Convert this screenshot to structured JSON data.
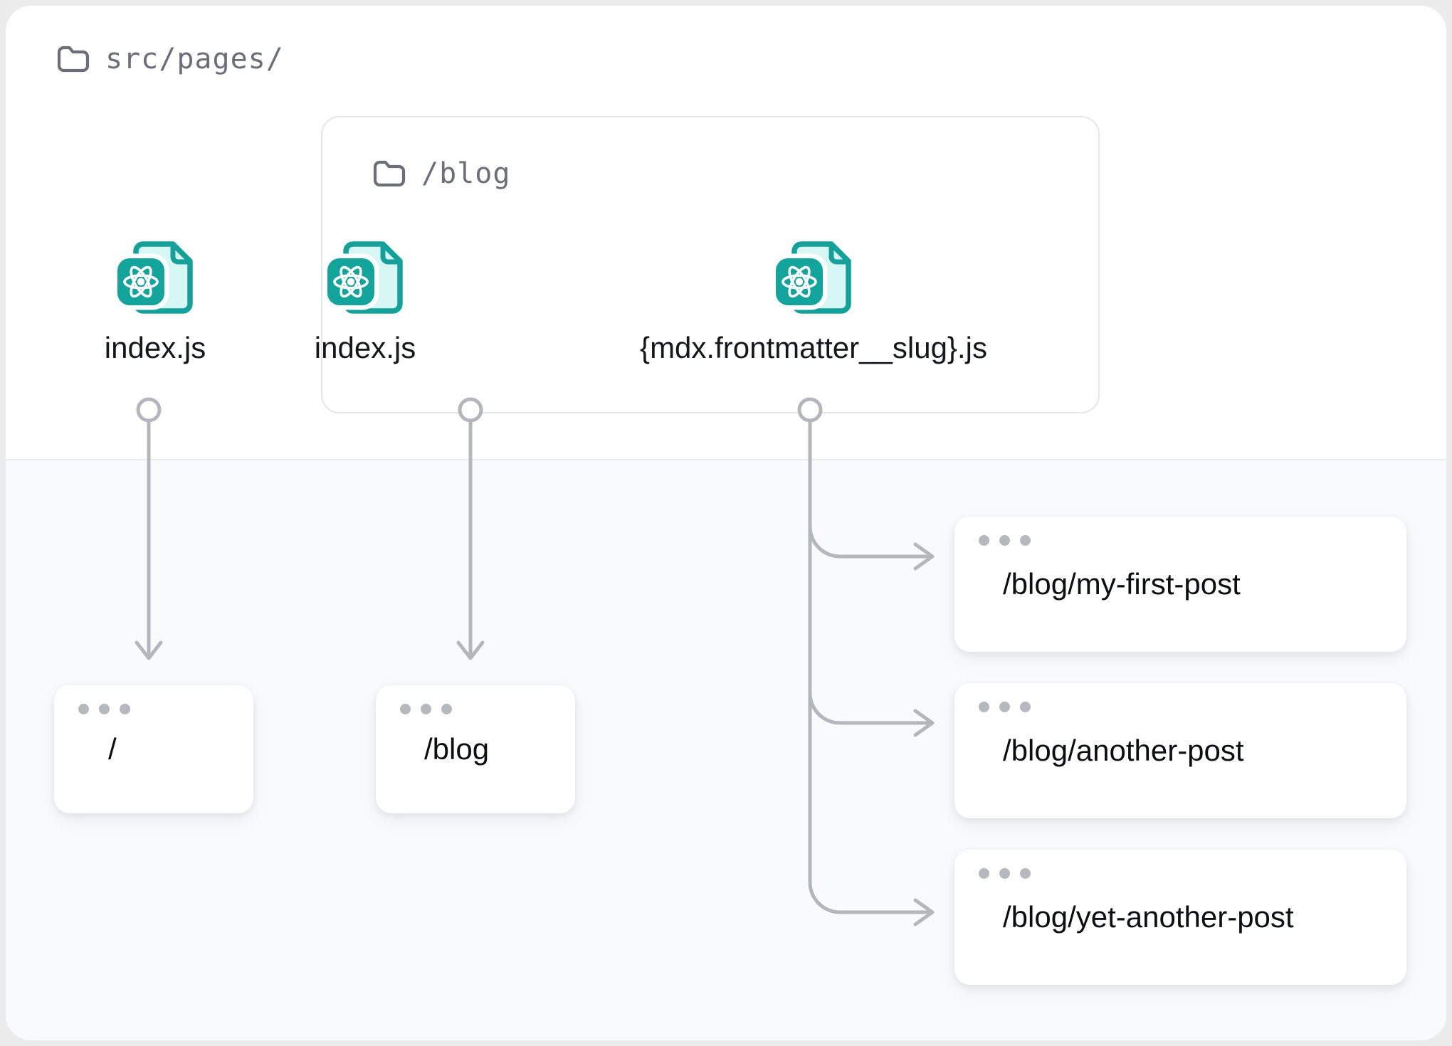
{
  "root": {
    "folder_icon": "folder-icon",
    "path": "src/pages/"
  },
  "group": {
    "folder_icon": "folder-icon",
    "path": "/blog"
  },
  "files": [
    {
      "icon": "react-file-icon",
      "name": "index.js",
      "location": "src/pages/"
    },
    {
      "icon": "react-file-icon",
      "name": "index.js",
      "location": "src/pages/blog/"
    },
    {
      "icon": "react-file-icon",
      "name": "{mdx.frontmatter__slug}.js",
      "location": "src/pages/blog/"
    }
  ],
  "routes": [
    {
      "url": "/"
    },
    {
      "url": "/blog"
    },
    {
      "url": "/blog/my-first-post"
    },
    {
      "url": "/blog/another-post"
    },
    {
      "url": "/blog/yet-another-post"
    }
  ],
  "colors": {
    "icon_teal_dark": "#14a19a",
    "icon_teal_fill": "#d7f7f5",
    "connector_gray": "#b3b7bb",
    "border_gray": "#e4e6e9",
    "text_dark": "#151719",
    "text_muted": "#6b7078",
    "zone_top_bg": "#ffffff",
    "zone_bottom_bg": "#f9fafb"
  }
}
